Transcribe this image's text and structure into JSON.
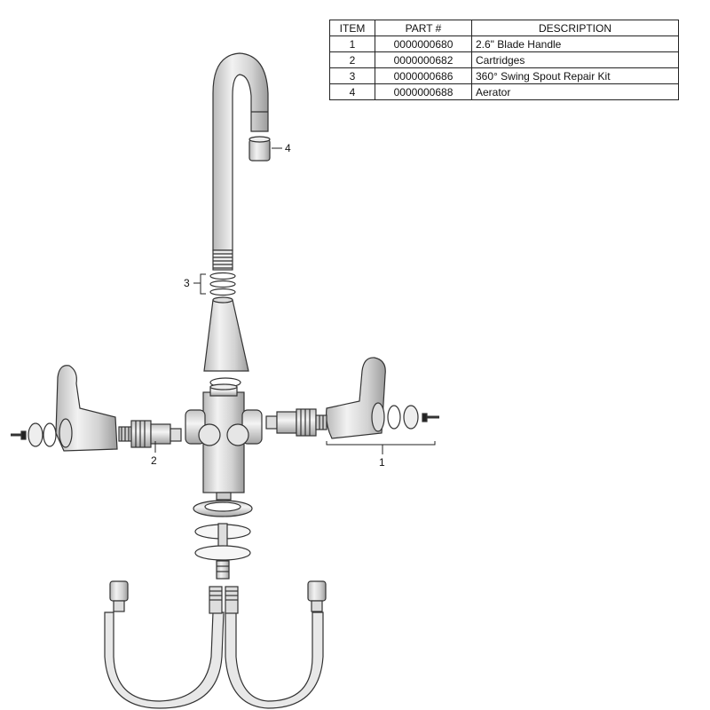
{
  "table": {
    "headers": {
      "item": "ITEM",
      "part": "PART #",
      "description": "DESCRIPTION"
    },
    "rows": [
      {
        "item": "1",
        "part": "0000000680",
        "description": "2.6\" Blade Handle"
      },
      {
        "item": "2",
        "part": "0000000682",
        "description": "Cartridges"
      },
      {
        "item": "3",
        "part": "0000000686",
        "description": "360° Swing Spout Repair Kit"
      },
      {
        "item": "4",
        "part": "0000000688",
        "description": "Aerator"
      }
    ]
  },
  "callouts": {
    "c1": "1",
    "c2": "2",
    "c3": "3",
    "c4": "4"
  }
}
